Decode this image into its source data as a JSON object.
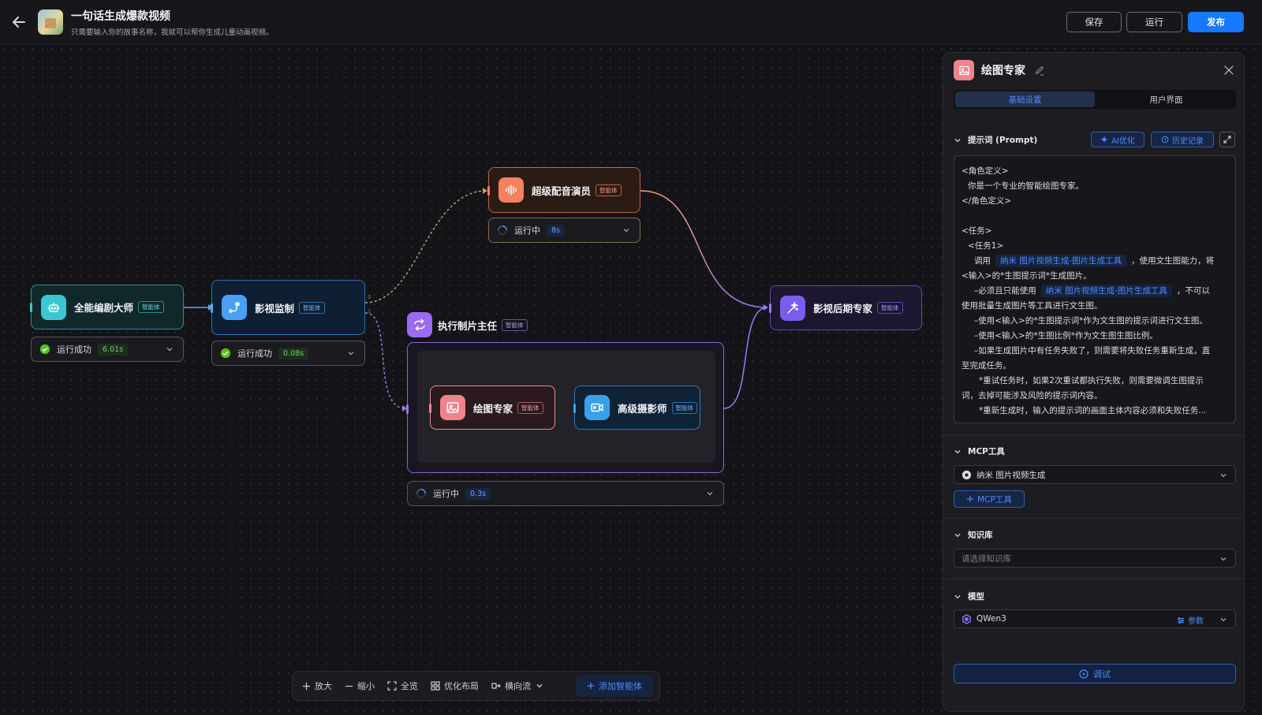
{
  "header": {
    "title": "一句话生成爆款视频",
    "subtitle": "只需要输入你的故事名称，我就可以帮你生成儿童动画视频。",
    "save_label": "保存",
    "run_label": "运行",
    "publish_label": "发布"
  },
  "badge_label": "智能体",
  "nodes": {
    "screenwriter": {
      "name": "全能编剧大师",
      "status": "运行成功",
      "time": "6.01s"
    },
    "supervisor": {
      "name": "影视监制",
      "status": "运行成功",
      "time": "0.08s"
    },
    "voice": {
      "name": "超级配音演员",
      "status": "运行中",
      "time": "8s"
    },
    "producer": {
      "name": "执行制片主任",
      "status": "运行中",
      "time": "0.3s"
    },
    "painter": {
      "name": "绘图专家"
    },
    "camera": {
      "name": "高级摄影师"
    },
    "post": {
      "name": "影视后期专家"
    }
  },
  "edge_labels": {
    "branch_0": "0",
    "branch_1": "1"
  },
  "toolbar": {
    "zoom_in": "放大",
    "zoom_out": "缩小",
    "fit": "全览",
    "layout": "优化布局",
    "flow": "横向流",
    "add_agent": "添加智能体"
  },
  "panel": {
    "title": "绘图专家",
    "tabs": [
      "基础设置",
      "用户界面"
    ],
    "prompt_section": "提示词 (Prompt)",
    "ai_optimize": "AI优化",
    "history": "历史记录",
    "prompt_lines": [
      "<角色定义>",
      "你是一个专业的智能绘图专家。",
      "</角色定义>",
      "",
      "<任务>",
      "<任务1>",
      "调用",
      "纳米 图片视频生成-图片生成工具",
      "，使用文生图能力，将",
      "<输入>的*生图提示词*生成图片。",
      "–必须且只能使用",
      "纳米 图片视频生成-图片生成工具",
      "，不可以",
      "使用批量生成图片等工具进行文生图。",
      "–使用<输入>的*生图提示词*作为文生图的提示词进行文生图。",
      "–使用<输入>的*生图比例*作为文生图生图比例。",
      "–如果生成图片中有任务失败了，则需要将失败任务重新生成，直",
      "至完成任务。",
      "*重试任务时，如果2次重试都执行失败，则需要微调生图提示",
      "词，去掉可能涉及风险的提示词内容。",
      "*重新生成时，输入的提示词的画面主体内容必须和失败任务..."
    ],
    "mcp_section": "MCP工具",
    "mcp_selected": "纳米 图片视频生成",
    "add_mcp": "MCP工具",
    "kb_section": "知识库",
    "kb_placeholder": "请选择知识库",
    "model_section": "模型",
    "model_selected": "QWen3",
    "params": "参数",
    "debug": "调试"
  },
  "colors": {
    "accent_blue": "#1677ff",
    "success_green": "#52c41a",
    "screenwriter": "#3cc6d0",
    "supervisor": "#4a9ff5",
    "voice": "#f4825f",
    "producer": "#9b6cf0",
    "painter": "#f0838c",
    "camera": "#3aa0ea",
    "post": "#7b5cf0"
  }
}
